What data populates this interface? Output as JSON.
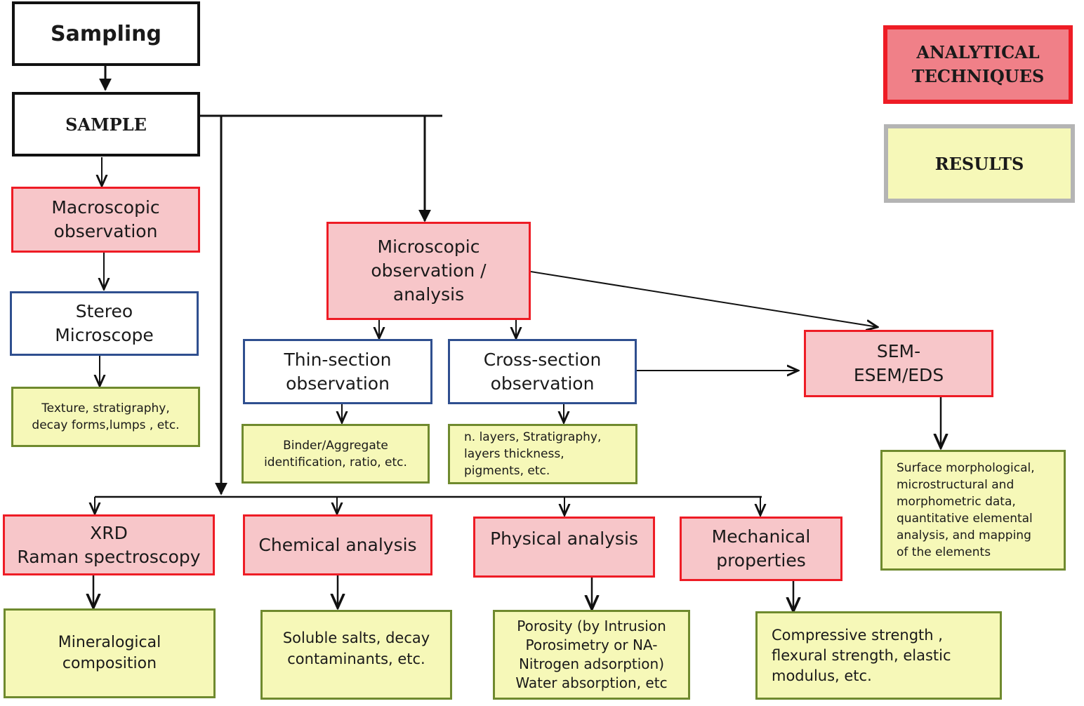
{
  "legend": {
    "techniques": "ANALYTICAL\nTECHNIQUES",
    "results": "RESULTS"
  },
  "nodes": {
    "sampling": "Sampling",
    "sample": "SAMPLE",
    "macroscopic": "Macroscopic\nobservation",
    "stereo": "Stereo\nMicroscope",
    "texture": "Texture, stratigraphy,\ndecay forms,lumps , etc.",
    "microscopic": "Microscopic\nobservation /\nanalysis",
    "thin_section": "Thin-section\nobservation",
    "cross_section": "Cross-section\nobservation",
    "binder": "Binder/Aggregate\nidentification, ratio, etc.",
    "layers": "n. layers, Stratigraphy,\nlayers thickness,\npigments,   etc.",
    "sem": "SEM-\nESEM/EDS",
    "surface": "Surface morphological,\nmicrostructural  and\nmorphometric data,\nquantitative elemental\nanalysis, and mapping\nof the elements",
    "xrd": "XRD\nRaman spectroscopy",
    "chemical": "Chemical analysis",
    "physical": "Physical  analysis",
    "mechanical": "Mechanical\nproperties",
    "mineralogical": "Mineralogical\ncomposition",
    "soluble": "Soluble salts,  decay\ncontaminants, etc.",
    "porosity": "Porosity (by  Intrusion\nPorosimetry  or  NA-\nNitrogen adsorption)\nWater absorption, etc",
    "compressive": "Compressive strength ,\nflexural strength, elastic\nmodulus,  etc."
  },
  "colors": {
    "technique_fill": "#f7c6c9",
    "technique_border": "#ee1c25",
    "result_fill": "#f6f8b8",
    "result_border": "#6f8a2e",
    "instrument_border": "#2f4f8f",
    "plain_border": "#111111"
  }
}
